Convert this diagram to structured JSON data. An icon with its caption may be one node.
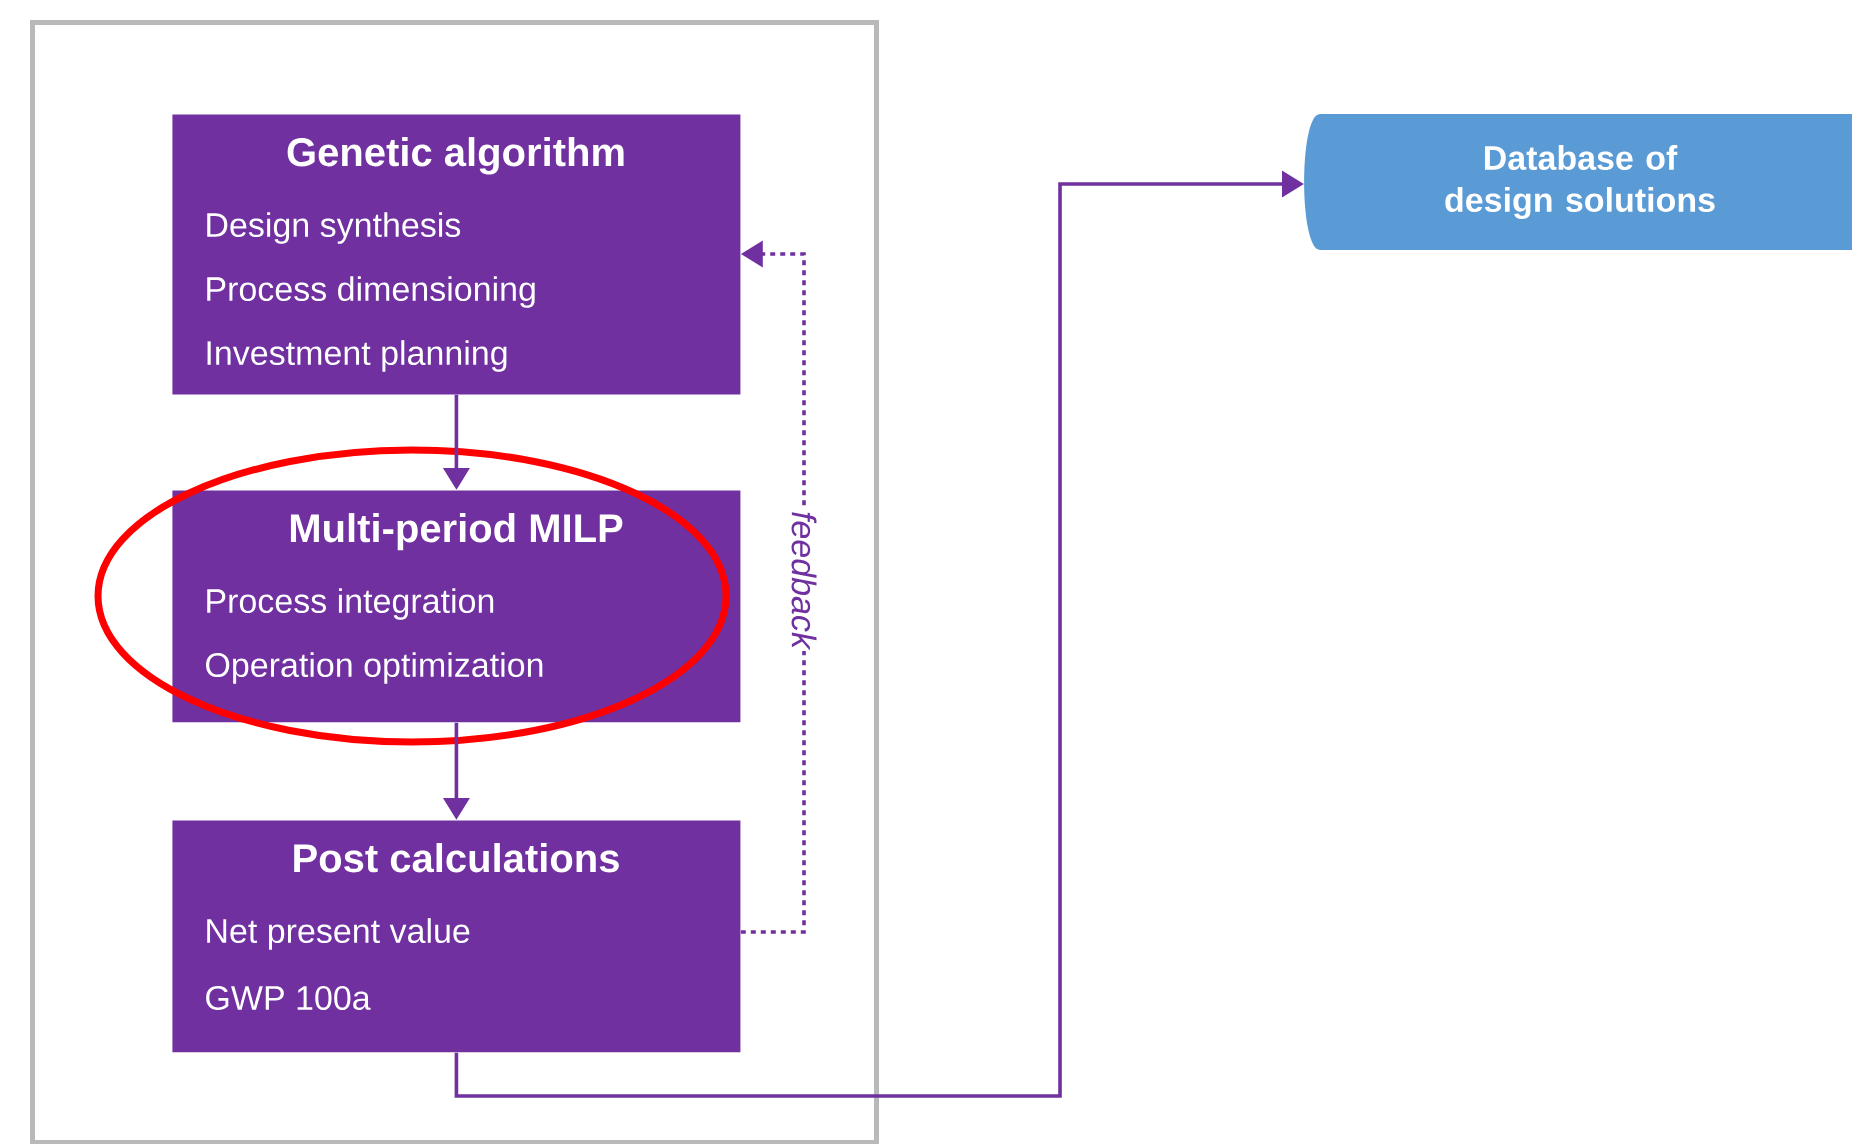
{
  "diagram": {
    "nodes": [
      {
        "text": [],
        "shape": "box"
      },
      {
        "text": [
          "Genetic algorithm",
          "Design synthesis",
          "Process dimensioning",
          "Investment planning"
        ],
        "in": 0
      },
      {
        "text": [
          "Multi-period MILP",
          "Process integration",
          "Operation optimization"
        ],
        "in": 0
      },
      {
        "text": [
          "Post calculations",
          "Net present value",
          "GWP 100a"
        ],
        "in": 0
      },
      {
        "text": [
          "Database of design solutions"
        ]
      }
    ],
    "edges": [
      {
        "from": 1,
        "to": 2,
        "arrow": "to"
      },
      {
        "from": 2,
        "to": 3,
        "arrow": "to"
      },
      {
        "from": 3,
        "to": 1,
        "arrow": "to",
        "style": "dashed",
        "label": "feedback"
      },
      {
        "from": 3,
        "to": 4,
        "arrow": "to"
      }
    ]
  }
}
